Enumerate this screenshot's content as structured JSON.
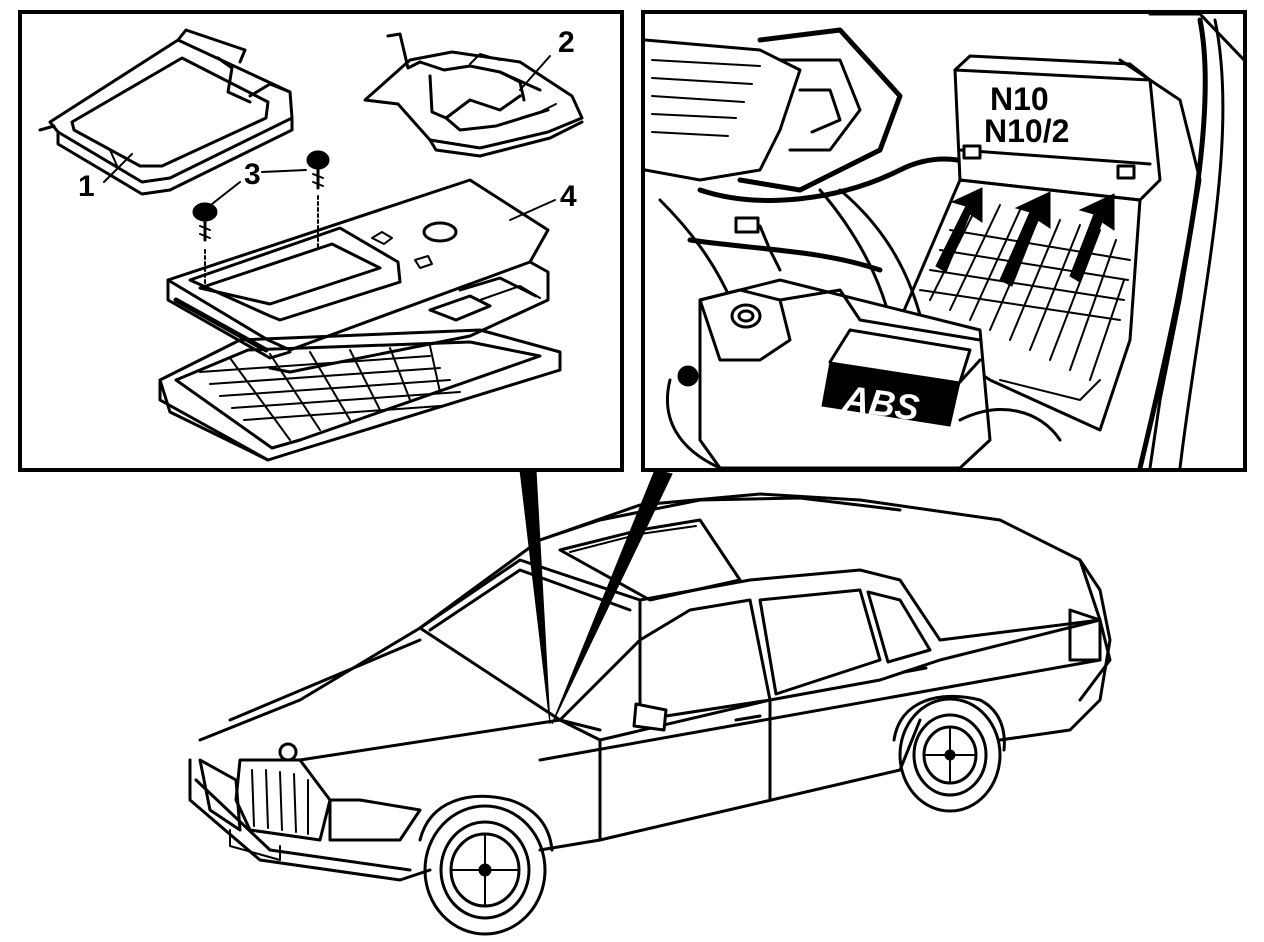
{
  "left_panel": {
    "callouts": [
      "1",
      "2",
      "3",
      "4"
    ]
  },
  "right_panel": {
    "component_labels": [
      "N10",
      "N10/2"
    ],
    "unit_badge": "ABS"
  },
  "colors": {
    "ink": "#000000",
    "paper": "#ffffff"
  }
}
